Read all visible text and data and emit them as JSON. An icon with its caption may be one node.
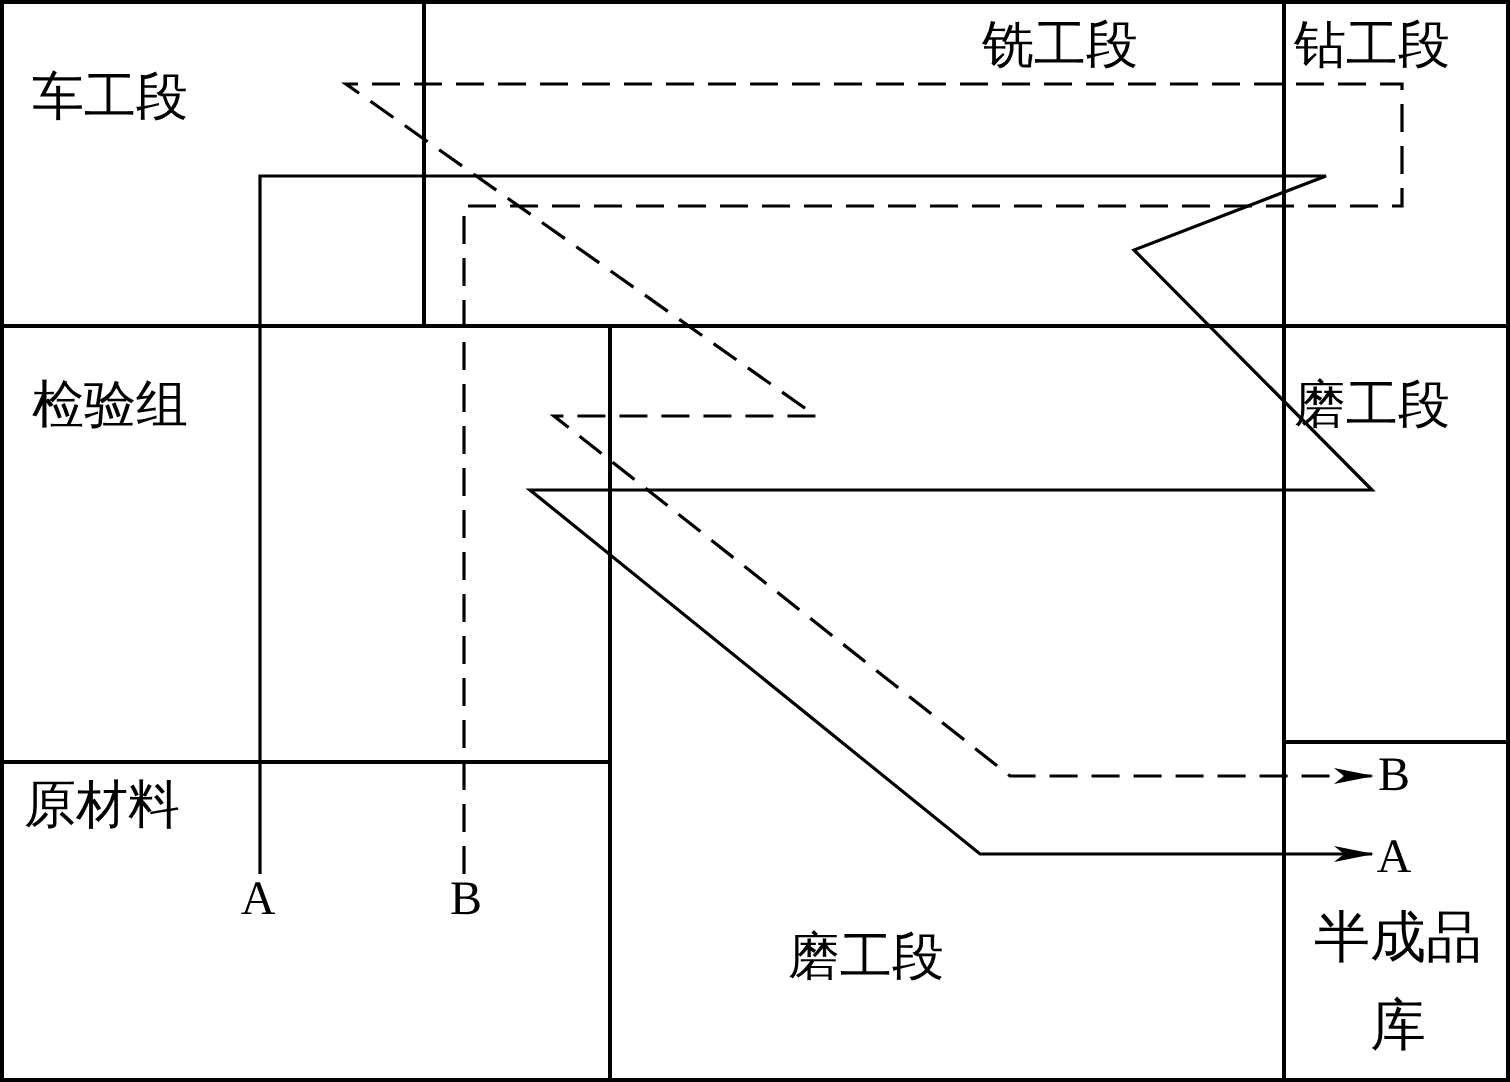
{
  "diagram": {
    "nodes": [
      {
        "text": [
          "A"
        ]
      },
      {
        "text": [
          "B"
        ]
      },
      {
        "text": [
          "B"
        ]
      },
      {
        "text": [
          "A"
        ]
      }
    ],
    "edges": [
      {
        "from": 0,
        "to": 3,
        "arrow": "to"
      },
      {
        "from": 1,
        "to": 2,
        "arrow": "to",
        "style": "dashed"
      }
    ],
    "labels": [
      "车工段",
      "铣工段",
      "钻工段",
      "检验组",
      "磨工段",
      "原材料",
      "磨工段",
      "半成品库"
    ]
  }
}
